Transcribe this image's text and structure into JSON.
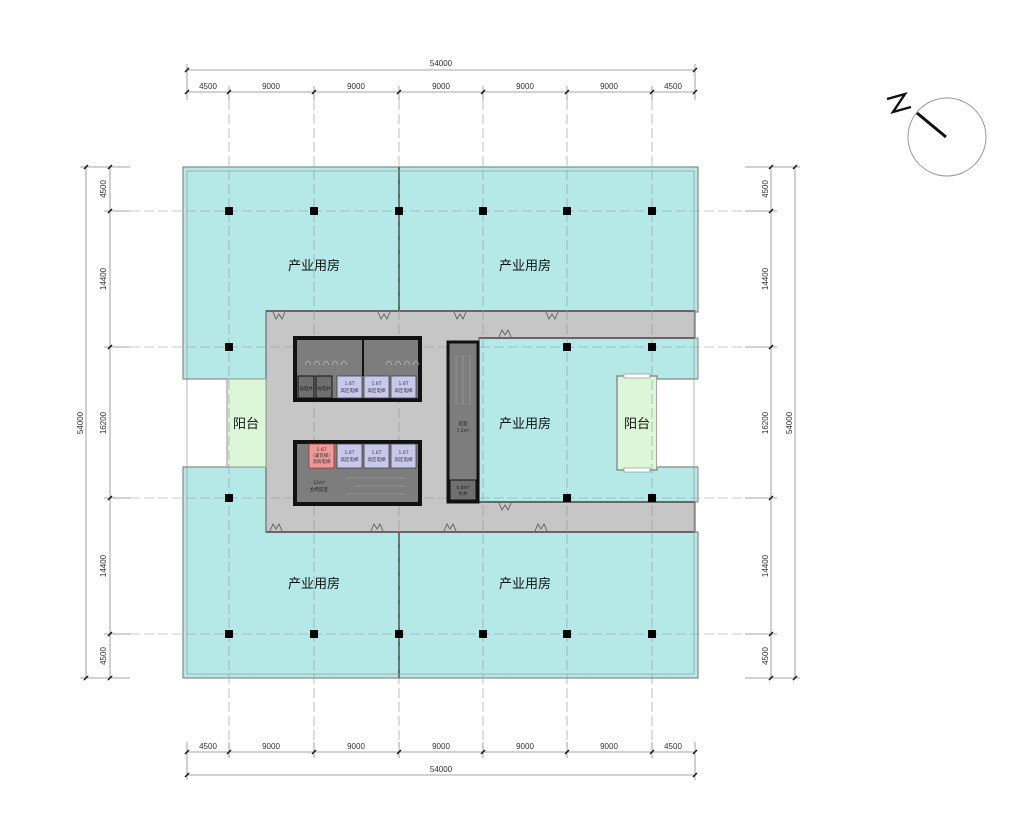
{
  "drawing": {
    "type": "architectural-floor-plan",
    "overall_width_mm": "54000",
    "overall_depth_mm": "54000"
  },
  "dimensions": {
    "top_overall": "54000",
    "top_segments": [
      "4500",
      "9000",
      "9000",
      "9000",
      "9000",
      "9000",
      "4500"
    ],
    "bottom_overall": "54000",
    "bottom_segments": [
      "4500",
      "9000",
      "9000",
      "9000",
      "9000",
      "9000",
      "4500"
    ],
    "left_overall": "54000",
    "left_segments": [
      "4500",
      "14400",
      "16200",
      "14400",
      "4500"
    ],
    "right_overall": "54000",
    "right_segments": [
      "4500",
      "14400",
      "16200",
      "14400",
      "4500"
    ]
  },
  "rooms": {
    "industrial_nw": "产业用房",
    "industrial_ne": "产业用房",
    "industrial_e": "产业用房",
    "industrial_sw": "产业用房",
    "industrial_se": "产业用房",
    "balcony_w": "阳台",
    "balcony_e": "阳台"
  },
  "core": {
    "upper_elevators": [
      {
        "line1": "1.6T",
        "line2": "高区电梯"
      },
      {
        "line1": "1.6T",
        "line2": "高区电梯"
      },
      {
        "line1": "1.6T",
        "line2": "高区电梯"
      }
    ],
    "upper_shafts": [
      "强电井",
      "弱电井"
    ],
    "lower_fire_elevator": {
      "line1": "1.6T",
      "line2": "(兼货梯)",
      "line3": "消防电梯"
    },
    "lower_elevators": [
      {
        "line1": "1.6T",
        "line2": "高区电梯"
      },
      {
        "line1": "1.6T",
        "line2": "高区电梯"
      },
      {
        "line1": "1.6T",
        "line2": "高区电梯"
      }
    ],
    "lobby": {
      "area": "12m²",
      "name": "合用前室"
    },
    "side_room": {
      "name": "前室",
      "area": "7.2m²"
    },
    "water_room": {
      "area": "6.8m²",
      "name": "水井"
    }
  },
  "north_arrow": {
    "label": "N"
  },
  "colors": {
    "industrial": "#b4e9e7",
    "balcony": "#dcf7d8",
    "corridor": "#c6c6c6",
    "core": "#7d7d7d",
    "elevator": "#c9c8ec",
    "fire_elevator": "#ef9a9a",
    "column": "#000000"
  }
}
